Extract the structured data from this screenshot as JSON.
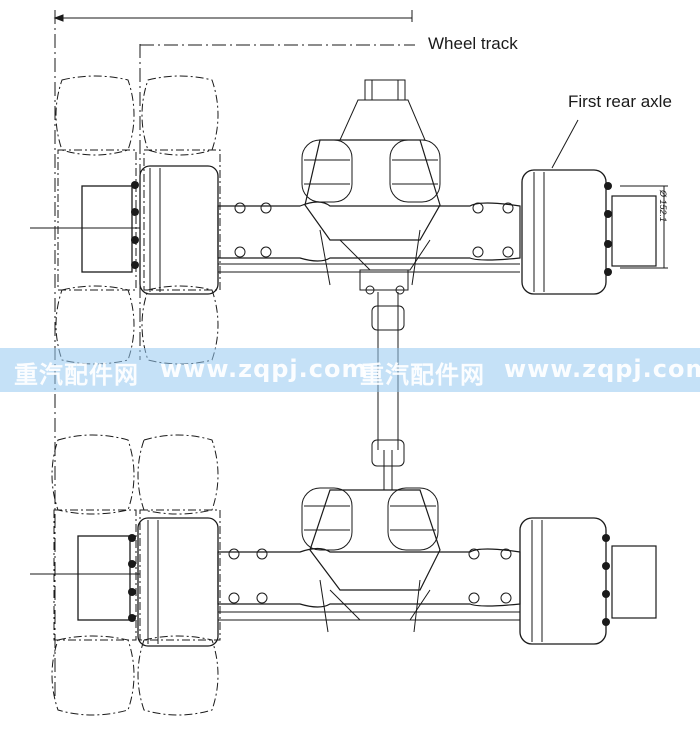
{
  "labels": {
    "wheel_track": "Wheel track",
    "first_rear_axle": "First rear axle",
    "dimension": "Ø 152.1"
  },
  "watermark": {
    "text_cn_1": "重汽配件网",
    "text_url_1": "www.zqpj.com",
    "text_cn_2": "重汽配件网",
    "text_url_2": "www.zqpj.com",
    "band_color": "#96c8f0"
  },
  "colors": {
    "line": "#1a1a1a",
    "background": "#ffffff"
  }
}
